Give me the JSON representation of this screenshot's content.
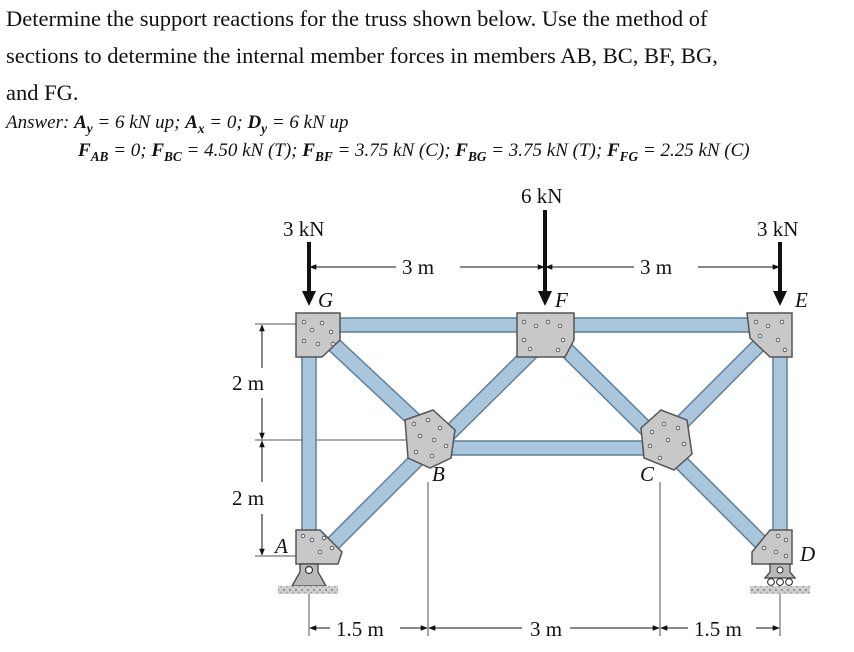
{
  "problem": {
    "line1": "Determine the support reactions for the truss shown below. Use the method of",
    "line2": "sections to determine the internal member forces in members AB, BC, BF, BG,",
    "line3": "and FG."
  },
  "answer": {
    "prefix": "Answer:",
    "Ay_label": "A",
    "Ay_sub": "y",
    "Ay_value": " = 6 kN up; ",
    "Ax_label": "A",
    "Ax_sub": "x",
    "Ax_value": " = 0; ",
    "Dy_label": "D",
    "Dy_sub": "y",
    "Dy_value": " = 6 kN up",
    "FAB_label": "F",
    "FAB_sub": "AB",
    "FAB_value": " = 0; ",
    "FBC_label": "F",
    "FBC_sub": "BC",
    "FBC_value": " = 4.50 kN (T); ",
    "FBF_label": "F",
    "FBF_sub": "BF",
    "FBF_value": " = 3.75 kN (C); ",
    "FBG_label": "F",
    "FBG_sub": "BG",
    "FBG_value": " = 3.75 kN (T); ",
    "FFG_label": "F",
    "FFG_sub": "FG",
    "FFG_value": " = 2.25 kN (C)"
  },
  "figure": {
    "load_left": "3 kN",
    "load_center": "6 kN",
    "load_right": "3 kN",
    "node_G": "G",
    "node_F": "F",
    "node_E": "E",
    "node_B": "B",
    "node_C": "C",
    "node_A": "A",
    "node_D": "D",
    "dim_top_left": "3 m",
    "dim_top_right": "3 m",
    "dim_left_upper": "2 m",
    "dim_left_lower": "2 m",
    "dim_bottom_left": "1.5 m",
    "dim_bottom_center": "3 m",
    "dim_bottom_right": "1.5 m"
  },
  "colors": {
    "member": "#a9c6dc",
    "member_edge": "#5f7f99",
    "gusset": "#c8c8c8",
    "gusset_edge": "#555555",
    "support": "#b9b9b9",
    "ground": "#9a9a9a"
  }
}
